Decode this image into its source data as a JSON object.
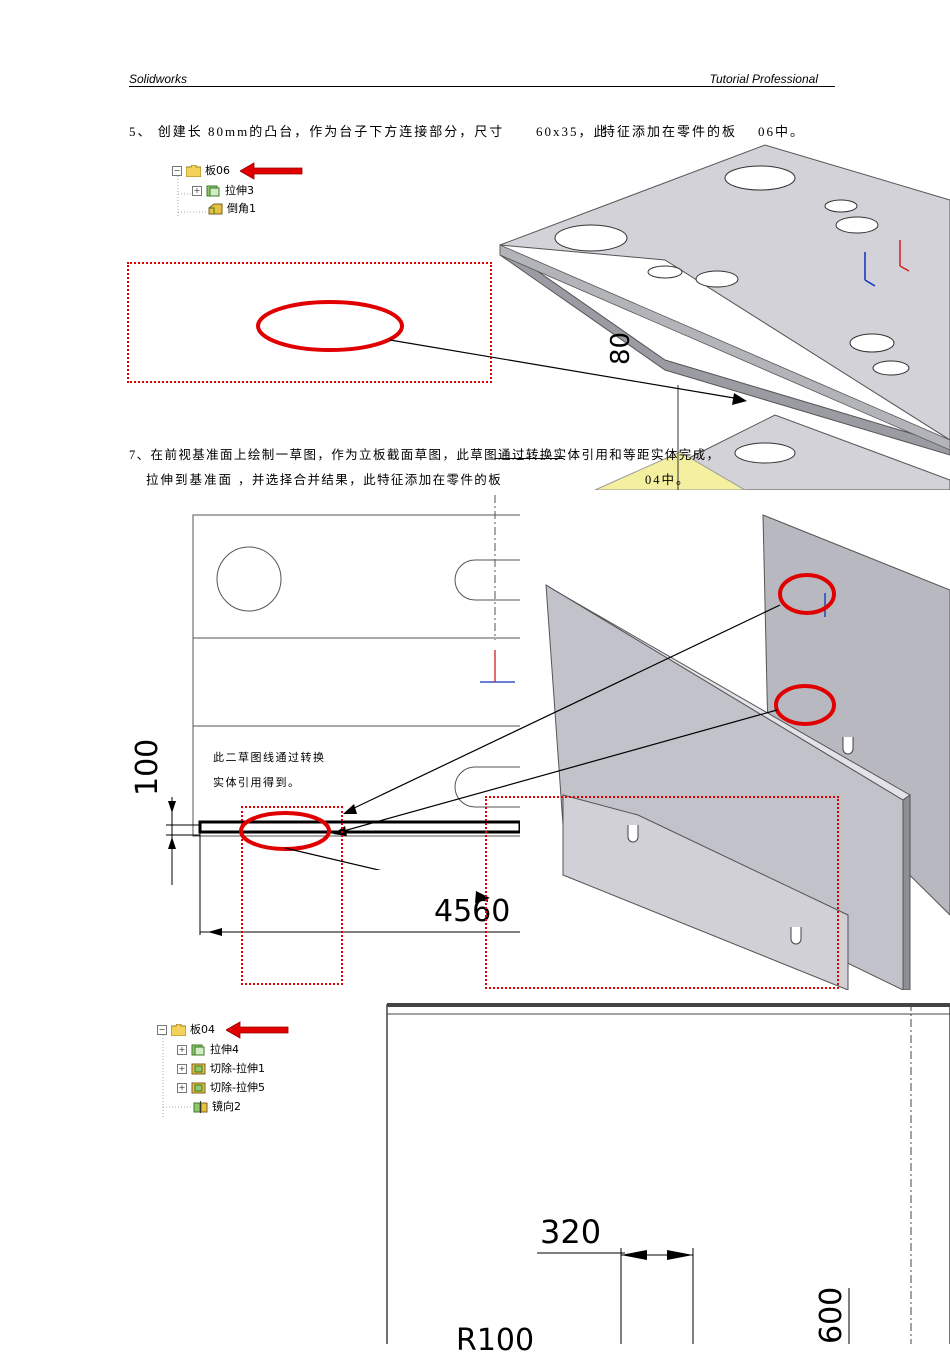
{
  "header": {
    "left": "Solidworks",
    "right": "Tutorial Professional"
  },
  "step5": {
    "p1": "5、 创建长",
    "p2": "80mm的凸台，作为台子下方连接部分，尺寸",
    "p3": "60x35，此",
    "p4": "特征添加在零件的板",
    "p5": "06中。"
  },
  "tree_top": {
    "root": "板06",
    "items": [
      "拉伸3",
      "倒角1"
    ]
  },
  "step7": {
    "line1": "7、在前视基准面上绘制一草图，作为立板截面草图，此草图通过转换实体引用和等距实体完成，",
    "line2_a": "拉伸到基准面",
    "line2_b": "，并选择合并结果，此特征添加在零件的板",
    "line2_c": "04中。"
  },
  "note": {
    "line1": "此二草图线通过转换",
    "line2": "实体引用得到。"
  },
  "tree_bottom": {
    "root": "板04",
    "items": [
      "拉伸4",
      "切除-拉伸1",
      "切除-拉伸5",
      "镜向2"
    ]
  },
  "dimensions": {
    "d80": "80",
    "d100": "100",
    "d4560": "4560",
    "d320": "320",
    "dR100": "R100",
    "d600": "600"
  },
  "colors": {
    "callout_red": "#e00000",
    "plate_gray": "#c9c9cf",
    "sketch_yellow": "#f4f0a0"
  }
}
